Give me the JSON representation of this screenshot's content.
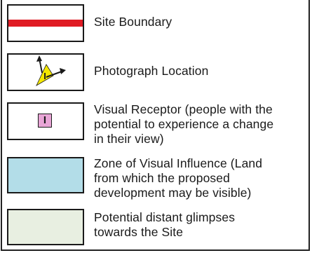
{
  "legend": {
    "items": [
      {
        "key": "site_boundary",
        "label_lines": [
          "Site Boundary"
        ],
        "color": "#e01b24"
      },
      {
        "key": "photograph_location",
        "label_lines": [
          "Photograph Location"
        ],
        "color": "#f5e800",
        "glyph": "I"
      },
      {
        "key": "visual_receptor",
        "label_lines": [
          "Visual Receptor (people with the",
          "potential to experience a change",
          "in their view)"
        ],
        "color": "#e8a5d6",
        "glyph": "I"
      },
      {
        "key": "zvi",
        "label_lines": [
          "Zone of Visual Influence (Land",
          "from which the proposed",
          "development may be visible)"
        ],
        "color": "#b3dde8"
      },
      {
        "key": "distant_glimpses",
        "label_lines": [
          "Potential distant glimpses",
          "towards the Site"
        ],
        "color": "#e8efe1"
      }
    ]
  }
}
